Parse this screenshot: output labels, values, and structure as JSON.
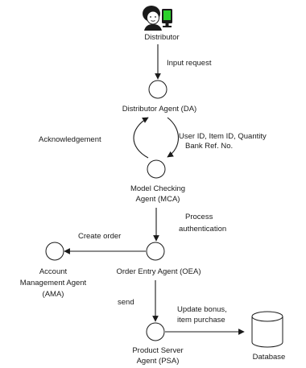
{
  "nodes": {
    "distributor": {
      "label": "Distributor"
    },
    "da": {
      "label": "Distributor Agent (DA)"
    },
    "mca": {
      "label_line1": "Model Checking",
      "label_line2": "Agent (MCA)"
    },
    "oea": {
      "label": "Order Entry Agent (OEA)"
    },
    "ama": {
      "label_line1": "Account",
      "label_line2": "Management Agent",
      "label_line3": "(AMA)"
    },
    "psa": {
      "label_line1": "Product Server",
      "label_line2": "Agent (PSA)"
    },
    "database": {
      "label": "Database"
    }
  },
  "edges": {
    "input_request": {
      "label": "Input request"
    },
    "acknowledgement": {
      "label": "Acknowledgement"
    },
    "user_details": {
      "label_line1": "User ID, Item ID, Quantity",
      "label_line2": "Bank Ref. No."
    },
    "process_auth": {
      "label_line1": "Process",
      "label_line2": "authentication"
    },
    "create_order": {
      "label": "Create order"
    },
    "send": {
      "label": "send"
    },
    "update_bonus": {
      "label_line1": "Update bonus,",
      "label_line2": "item purchase"
    }
  },
  "icons": {
    "person": "person-icon",
    "terminal": "terminal-icon",
    "database": "database-icon"
  },
  "colors": {
    "terminal_screen": "#2bd12b"
  }
}
